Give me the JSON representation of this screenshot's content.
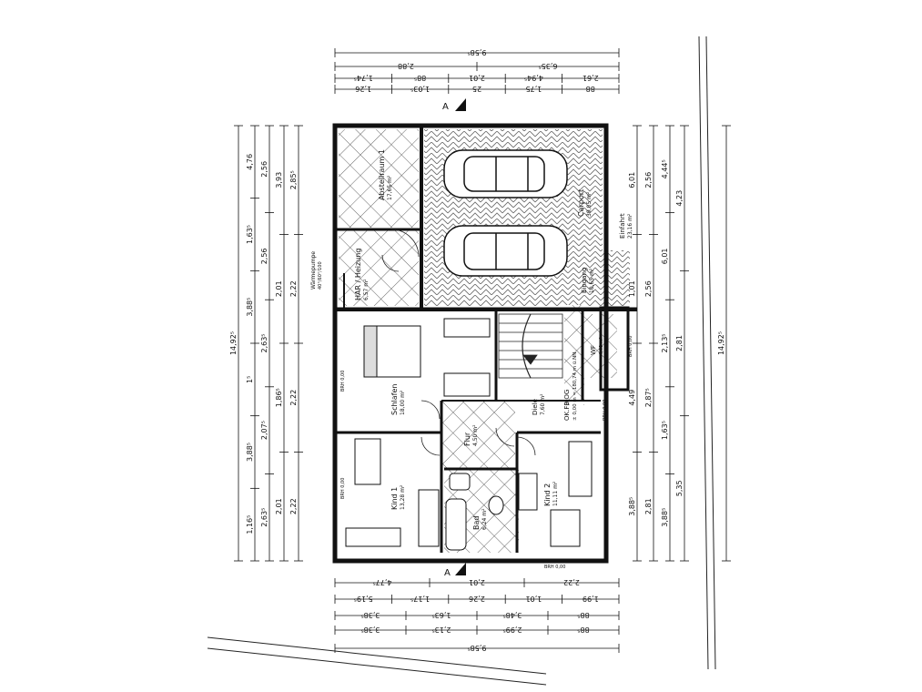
{
  "section_marker": "A",
  "rooms": {
    "abstellraum": {
      "name": "Abstellraum 1",
      "area": "17,65 m²"
    },
    "har": {
      "name": "HAR / Heizung",
      "area": "6,57 m²"
    },
    "waermepumpe": {
      "name": "Wärmepumpe",
      "spec": "40°/60°/100"
    },
    "carport": {
      "name": "Carport",
      "area": "39,05 m²"
    },
    "einfahrt": {
      "name": "Einfahrt",
      "area": "23,16 m²"
    },
    "eingang": {
      "name": "Eingang",
      "area": "10,65 m²"
    },
    "schlafen": {
      "name": "Schlafen",
      "area": "18,00 m²"
    },
    "diele": {
      "name": "Diele",
      "area": "7,60 m²"
    },
    "okfb": {
      "name": "OK.FB.OG",
      "level": "± 0,00 m = 180,74 m ü.NN"
    },
    "wf": {
      "name": "WF",
      "area": "4,40 m²"
    },
    "flur": {
      "name": "Flur",
      "area": "4,50 m²"
    },
    "kind1": {
      "name": "Kind 1",
      "area": "13,28 m²"
    },
    "kind2": {
      "name": "Kind 2",
      "area": "11,11 m²"
    },
    "bad": {
      "name": "Bad",
      "area": "6,24 m²"
    }
  },
  "brh": {
    "schlafen": "BRH 0,00",
    "kind1": "BRH 0,00",
    "wf": "BRH 0,00",
    "diele": "BRH 0,00",
    "bottom": "BRH 0,00"
  },
  "dimensions": {
    "top": {
      "row1": [
        "9,58⁵"
      ],
      "row2": [
        "2,88",
        "6,35⁵"
      ],
      "row3": [
        "1,74⁵",
        "88⁵",
        "2,01",
        "4,94⁵",
        "2,61"
      ],
      "row4": [
        "1,26",
        "1,03⁵",
        "25",
        "1,75",
        "88"
      ]
    },
    "bottom": {
      "row1": [
        "4,77⁵",
        "2,01",
        "2,22"
      ],
      "row2": [
        "5,19⁵",
        "1,17⁵",
        "2,26",
        "1,01",
        "1,99"
      ],
      "row3": [
        "3,38⁵",
        "1,63⁵",
        "3,48⁵",
        "88⁵"
      ],
      "row4": [
        "3,38⁵",
        "2,13⁵",
        "2,99⁵",
        "88⁵"
      ],
      "row5": [
        "9,58⁵"
      ]
    },
    "left": {
      "overall": "14,92⁵",
      "col1": [
        "4,76",
        "1,63⁵",
        "3,88⁵",
        "1⁵",
        "3,88⁵",
        "1,16⁵"
      ],
      "col2": [
        "2,56",
        "2,56",
        "2,63⁵",
        "2,07⁵",
        "2,63⁵"
      ],
      "col3": [
        "3,93",
        "2,01",
        "1,86⁵",
        "2,01"
      ],
      "col4": [
        "2,85⁵",
        "2,22",
        "2,22",
        "2,22"
      ]
    },
    "right": {
      "overall": "14,92⁵",
      "col1": [
        "6,01",
        "1,01",
        "4,49",
        "3,88⁵"
      ],
      "col2": [
        "2,56",
        "2,56",
        "2,87⁵",
        "2,81"
      ],
      "col3": [
        "4,44⁵",
        "6,01",
        "2,13⁵",
        "1,63⁵",
        "3,88⁵"
      ],
      "col4": [
        "4,23",
        "2,81",
        "5,35"
      ]
    }
  }
}
